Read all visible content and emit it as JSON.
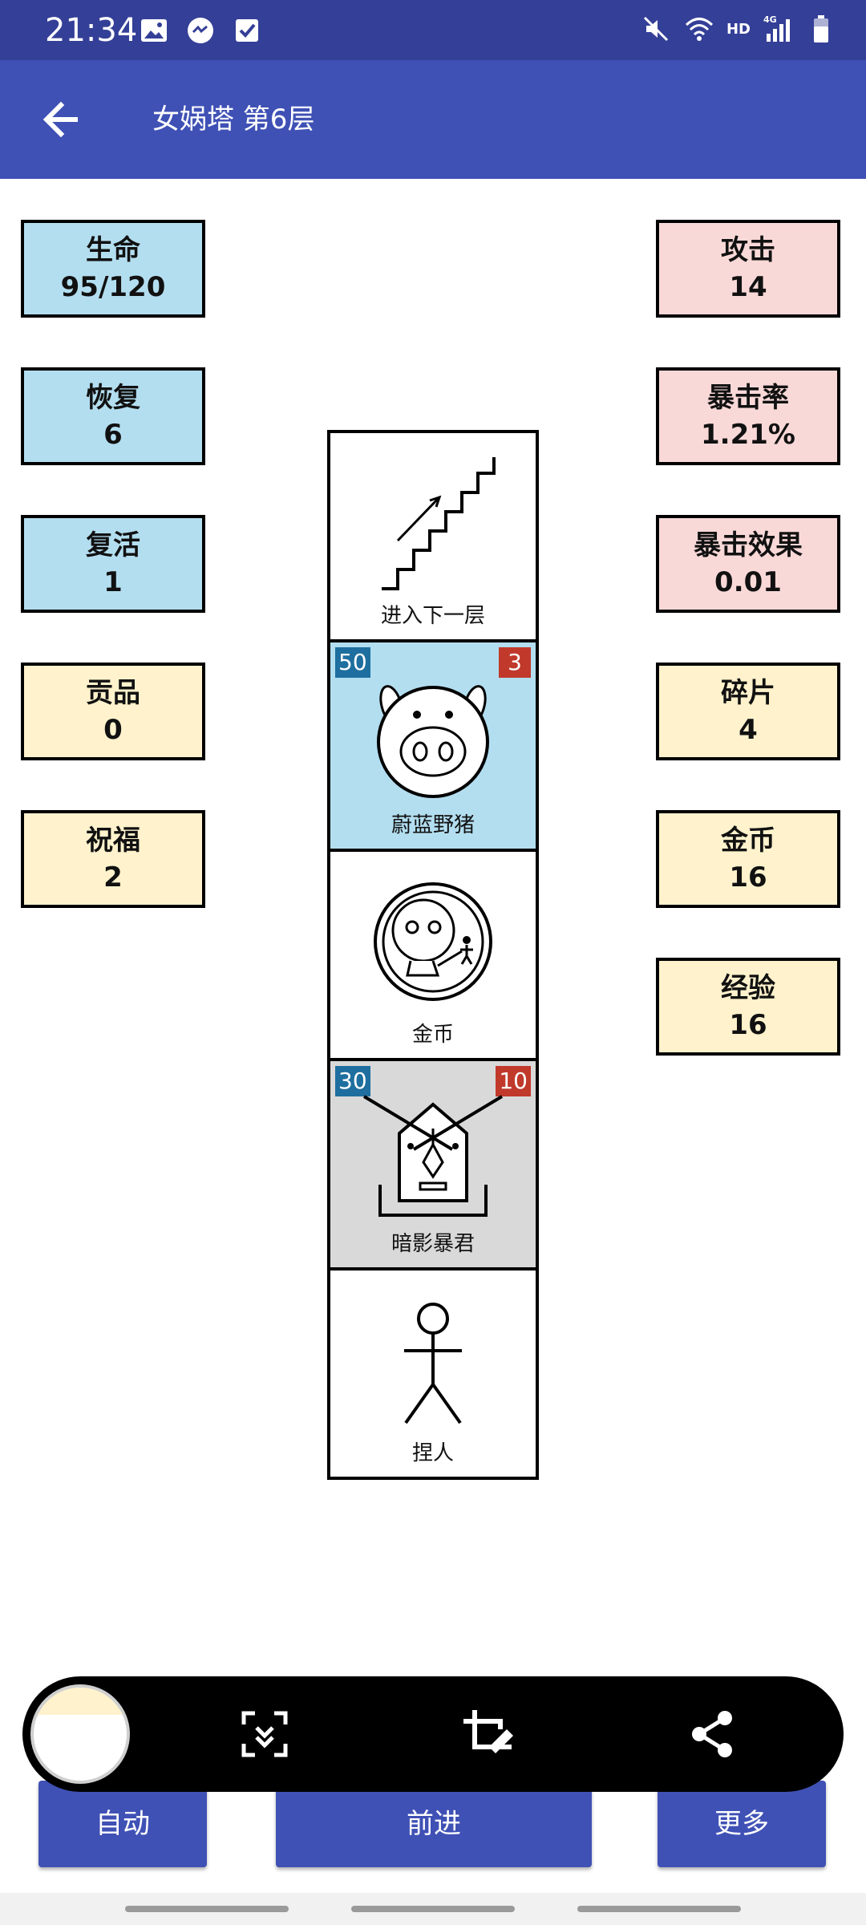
{
  "status_bar": {
    "time": "21:34",
    "network": "HD",
    "network_gen": "4G",
    "icons_left": [
      "gallery-icon",
      "messenger-icon",
      "checkbox-icon"
    ],
    "icons_right": [
      "mute-icon",
      "wifi-icon",
      "signal-icon",
      "battery-icon"
    ]
  },
  "app_bar": {
    "title": "女娲塔 第6层"
  },
  "stats_left": [
    {
      "label": "生命",
      "value": "95/120",
      "color": "blue"
    },
    {
      "label": "恢复",
      "value": "6",
      "color": "blue"
    },
    {
      "label": "复活",
      "value": "1",
      "color": "blue"
    },
    {
      "label": "贡品",
      "value": "0",
      "color": "yellow"
    },
    {
      "label": "祝福",
      "value": "2",
      "color": "yellow"
    }
  ],
  "stats_right": [
    {
      "label": "攻击",
      "value": "14",
      "color": "pink"
    },
    {
      "label": "暴击率",
      "value": "1.21%",
      "color": "pink"
    },
    {
      "label": "暴击效果",
      "value": "0.01",
      "color": "pink"
    },
    {
      "label": "碎片",
      "value": "4",
      "color": "yellow"
    },
    {
      "label": "金币",
      "value": "16",
      "color": "yellow"
    },
    {
      "label": "经验",
      "value": "16",
      "color": "yellow"
    }
  ],
  "tower": [
    {
      "label": "进入下一层",
      "kind": "stairs"
    },
    {
      "label": "蔚蓝野猪",
      "kind": "monster",
      "hp": "50",
      "atk": "3"
    },
    {
      "label": "金币",
      "kind": "coin"
    },
    {
      "label": "暗影暴君",
      "kind": "monster",
      "hp": "30",
      "atk": "10"
    },
    {
      "label": "捏人",
      "kind": "player"
    }
  ],
  "buttons": {
    "auto": "自动",
    "forward": "前进",
    "more": "更多"
  },
  "screenshot_toolbar": {
    "tools": [
      "scroll-capture-icon",
      "crop-edit-icon",
      "share-icon"
    ]
  },
  "colors": {
    "status_bar": "#343f97",
    "app_bar": "#3f51b5",
    "stat_blue": "#b3def0",
    "stat_pink": "#f9d9d8",
    "stat_yellow": "#fff2cc",
    "badge_hp": "#1e6f9f",
    "badge_atk": "#c0392b"
  }
}
